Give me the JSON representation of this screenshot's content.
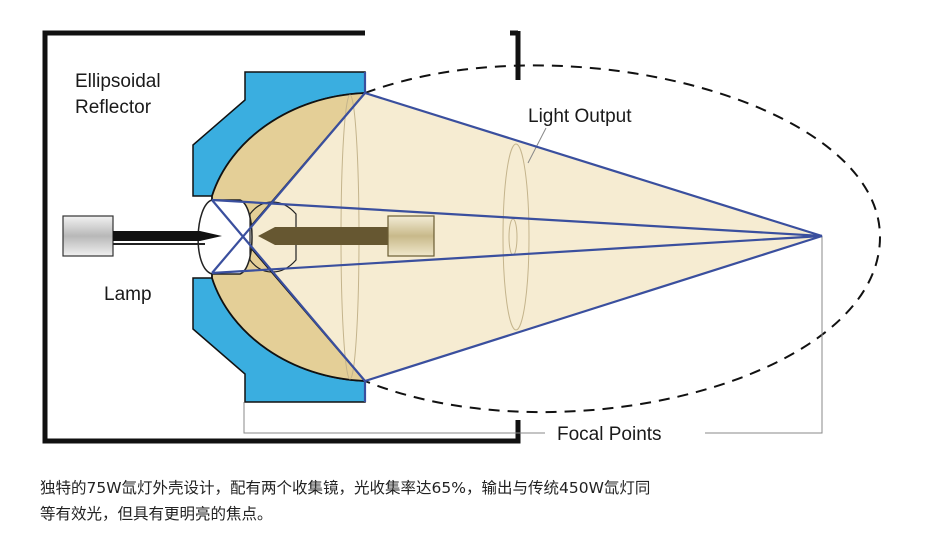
{
  "diagram": {
    "labels": {
      "reflector_line1": "Ellipsoidal",
      "reflector_line2": "Reflector",
      "lamp": "Lamp",
      "light_output": "Light Output",
      "focal_points": "Focal Points"
    },
    "colors": {
      "reflector_body": "#3aaee0",
      "reflector_surface": "#e4cf97",
      "light_cone": "#f6ecd2",
      "rays": "#3a4f9e",
      "housing": "#111111"
    }
  },
  "caption": {
    "line1": "独特的75W氙灯外壳设计，配有两个收集镜，光收集率达65%，输出与传统450W氙灯同",
    "line2": "等有效光，但具有更明亮的焦点。"
  }
}
